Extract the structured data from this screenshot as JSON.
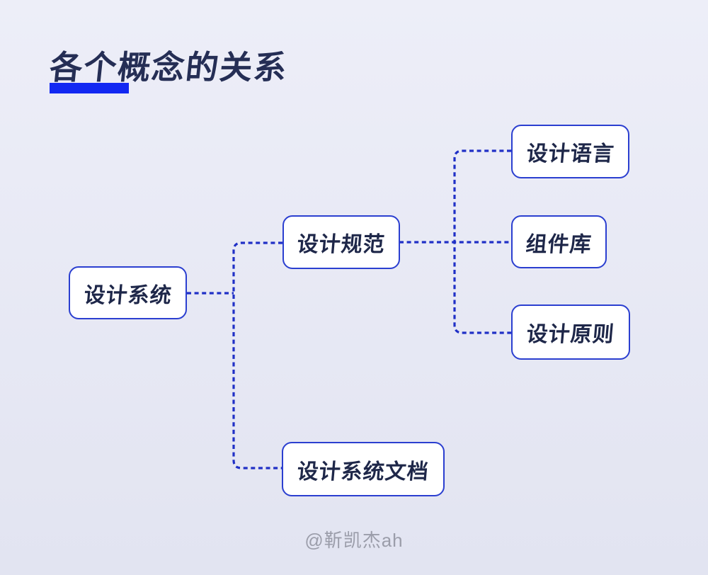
{
  "title": {
    "text": "各个概念的关系",
    "highlighted_part": "各个"
  },
  "nodes": [
    {
      "id": "design-system",
      "label": "设计系统"
    },
    {
      "id": "design-spec",
      "label": "设计规范"
    },
    {
      "id": "design-language",
      "label": "设计语言"
    },
    {
      "id": "component-library",
      "label": "组件库"
    },
    {
      "id": "design-principles",
      "label": "设计原则"
    },
    {
      "id": "design-system-docs",
      "label": "设计系统文档"
    }
  ],
  "edges": [
    {
      "from": "design-system",
      "to": "design-spec"
    },
    {
      "from": "design-system",
      "to": "design-system-docs"
    },
    {
      "from": "design-spec",
      "to": "design-language"
    },
    {
      "from": "design-spec",
      "to": "component-library"
    },
    {
      "from": "design-spec",
      "to": "design-principles"
    }
  ],
  "watermark": {
    "text": "@靳凯杰ah"
  },
  "colors": {
    "background_top": "#edeef8",
    "background_bottom": "#e2e4f1",
    "node_border": "#2b3fd0",
    "node_background": "#ffffff",
    "node_text": "#1e2749",
    "connector": "#2030c6",
    "title_text": "#252e55",
    "title_highlight": "#1228f2",
    "watermark_text": "#9b9daa"
  }
}
